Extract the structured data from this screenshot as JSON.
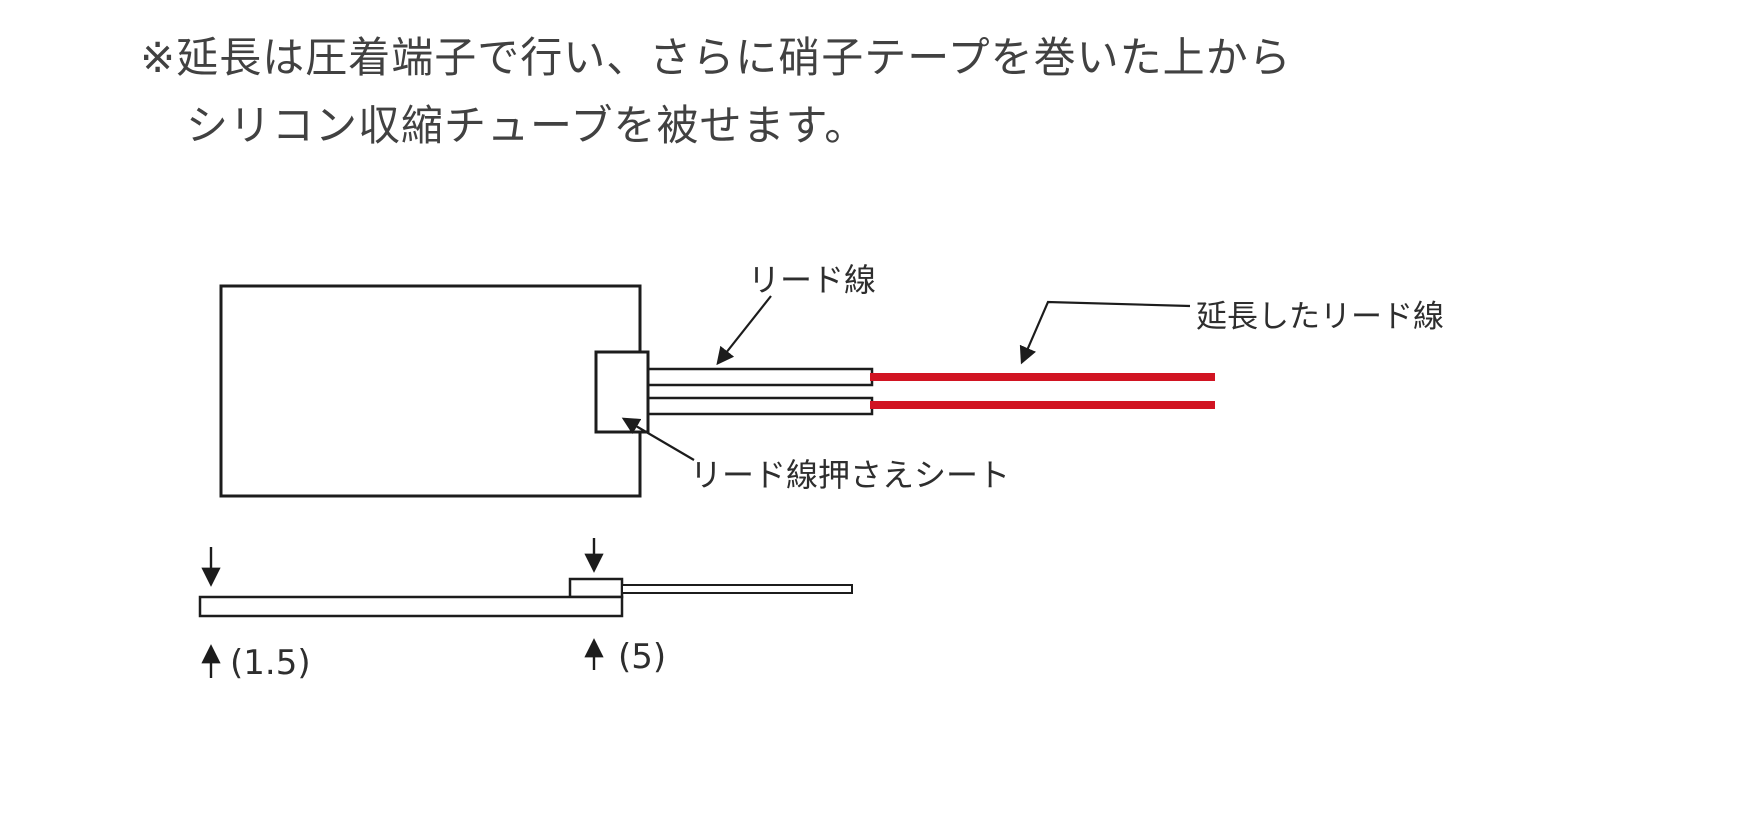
{
  "note": {
    "line1": "※延長は圧着端子で行い、さらに硝子テープを巻いた上から",
    "line2": "シリコン収縮チューブを被せます。"
  },
  "labels": {
    "lead_wire": "リード線",
    "extended_lead_wire": "延長したリード線",
    "lead_wire_holding_sheet": "リード線押さえシート",
    "dim_thickness_heater": "(1.5)",
    "dim_thickness_sheet": "(5)"
  },
  "colors": {
    "line": "#1c1c1c",
    "extended_wire": "#d11422",
    "text": "#3a3a3a"
  }
}
